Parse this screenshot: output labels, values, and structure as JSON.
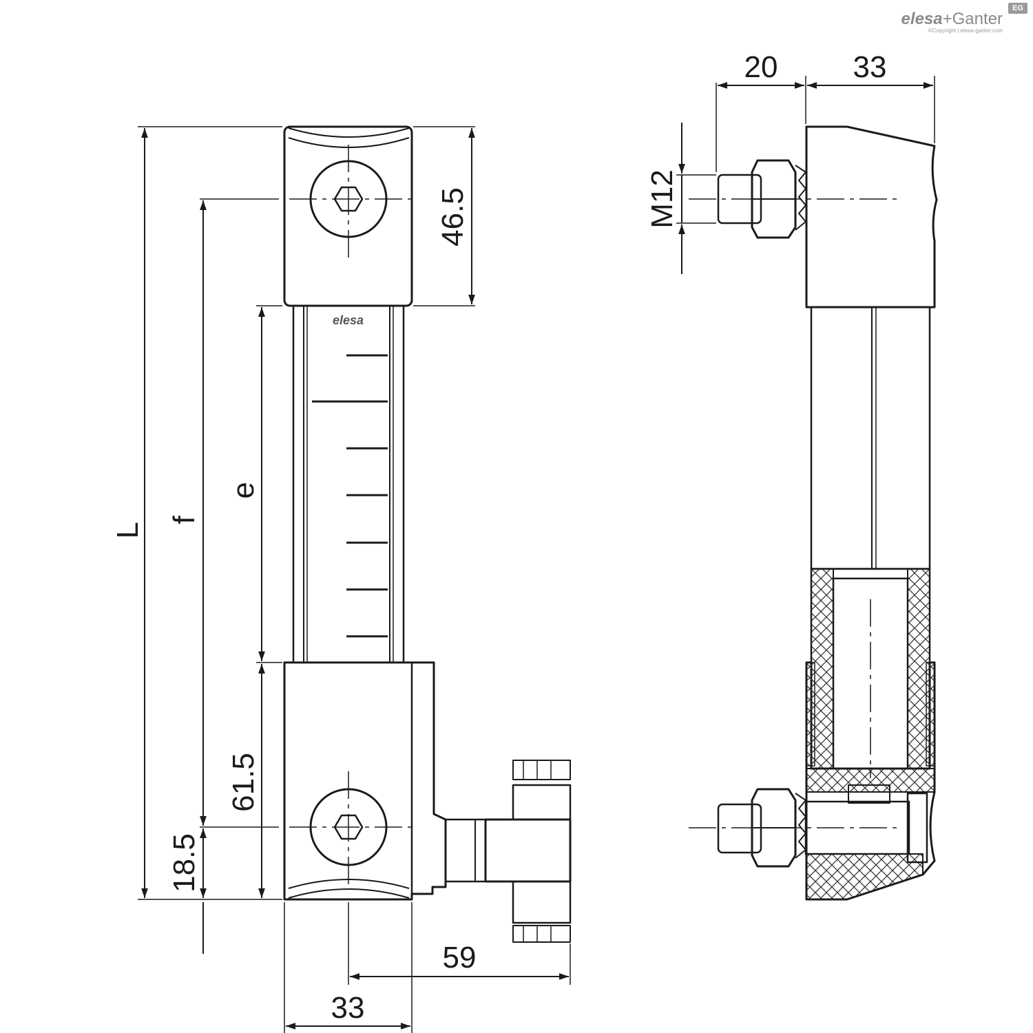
{
  "brand": {
    "name_bold": "elesa",
    "name_rest": "+Ganter",
    "copyright": "©Copyright | elesa-ganter.com",
    "mark": "EG",
    "body_logo": "elesa"
  },
  "dimensions": {
    "front_length": "L",
    "front_f": "f",
    "front_e": "e",
    "front_18_5": "18.5",
    "front_61_5": "61.5",
    "front_46_5": "46.5",
    "front_33": "33",
    "front_59": "59",
    "side_20": "20",
    "side_33": "33",
    "side_thread": "M12"
  },
  "colors": {
    "line": "#1a1a1a",
    "hatch": "#333333"
  }
}
